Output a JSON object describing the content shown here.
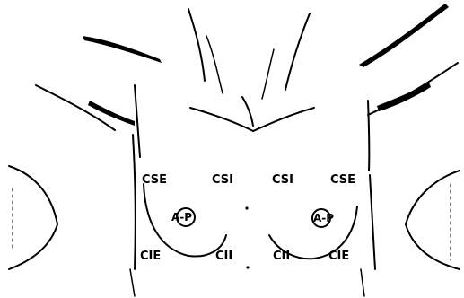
{
  "labels": {
    "right_cse": "CSE",
    "right_csi": "CSI",
    "left_csi": "CSI",
    "left_cse": "CSE",
    "right_areola": "A-P",
    "left_areola": "A-P",
    "right_cie": "CIE",
    "right_cii": "CII",
    "left_cii": "CII",
    "left_cie": "CIE"
  },
  "colors": {
    "ink": "#000000",
    "background": "#ffffff"
  }
}
